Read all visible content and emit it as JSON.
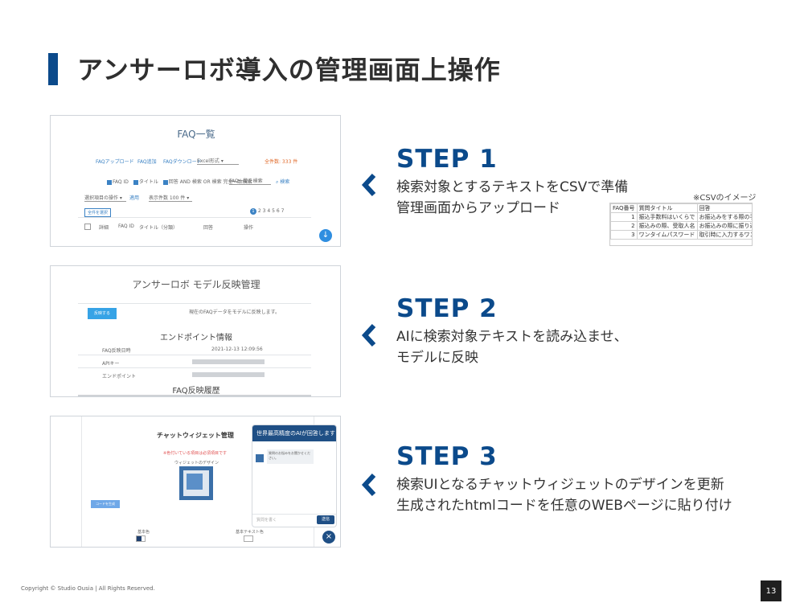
{
  "title": "アンサーロボ導入の管理画面上操作",
  "steps": [
    {
      "title": "STEP 1",
      "lines": [
        "検索対象とするテキストをCSVで準備",
        "管理画面からアップロード"
      ]
    },
    {
      "title": "STEP 2",
      "lines": [
        "AIに検索対象テキストを読み込ませ、",
        "モデルに反映"
      ]
    },
    {
      "title": "STEP 3",
      "lines": [
        "検索UIとなるチャットウィジェットのデザインを更新",
        "生成されたhtmlコードを任意のWEBページに貼り付け"
      ]
    }
  ],
  "csv": {
    "note": "※CSVのイメージ",
    "headers": [
      "FAQ番号",
      "質問タイトル",
      "回答"
    ],
    "rows": [
      [
        "1",
        "振込手数料はいくらで",
        "お振込みをする際の手数料"
      ],
      [
        "2",
        "振込みの際、受取人名",
        "お振込みの際に振り込み先の"
      ],
      [
        "3",
        "ワンタイムパスワード",
        "取引時に入力するワンタイム"
      ]
    ]
  },
  "shot1": {
    "title": "FAQ一覧",
    "upload": "FAQアップロード",
    "add": "FAQ追加",
    "download": "FAQダウンロード",
    "format": "Excel形式",
    "count": "全件数: 333 件",
    "filters": [
      "FAQ ID",
      "タイトル",
      "回答"
    ],
    "search_modes": [
      "AND 検索",
      "OR 検索",
      "完全一致検索"
    ],
    "search_placeholder": "FAQ一覧を検索",
    "search_btn": "検索",
    "bulk": "選択項目の操作",
    "apply": "適用",
    "per_page": "表示件数 100 件",
    "select_all": "全件を選択",
    "columns": [
      "詳細",
      "FAQ ID",
      "タイトル（分類）",
      "回答",
      "操作"
    ],
    "pages": [
      "1",
      "2",
      "3",
      "4",
      "5",
      "6",
      "7"
    ]
  },
  "shot2": {
    "title": "アンサーロボ モデル反映管理",
    "button": "反映する",
    "notice": "現在のFAQデータをモデルに反映します。",
    "endpoint_heading": "エンドポイント情報",
    "rows": [
      {
        "label": "FAQ反映日時",
        "value": "2021-12-13 12:09:56"
      },
      {
        "label": "APIキー",
        "value": ""
      },
      {
        "label": "エンドポイント",
        "value": ""
      }
    ],
    "history_heading": "FAQ反映履歴"
  },
  "shot3": {
    "title": "チャットウィジェット管理",
    "warning": "※色付いている項目は必須項目です",
    "design_label": "ウィジェットのデザイン",
    "button": "コードを生成",
    "color1": "基本色",
    "color2": "基本テキスト色",
    "chat_header": "世界最高精度のAIが回答します",
    "chat_msg": "質問のお悩みをお聞かせください。",
    "chat_input": "質問を書く",
    "chat_send": "送信"
  },
  "footer": "Copyright © Studio Ousia | All Rights Reserved.",
  "page_number": "13",
  "colors": {
    "brand": "#0b4a8b",
    "accent": "#3b82c4"
  }
}
